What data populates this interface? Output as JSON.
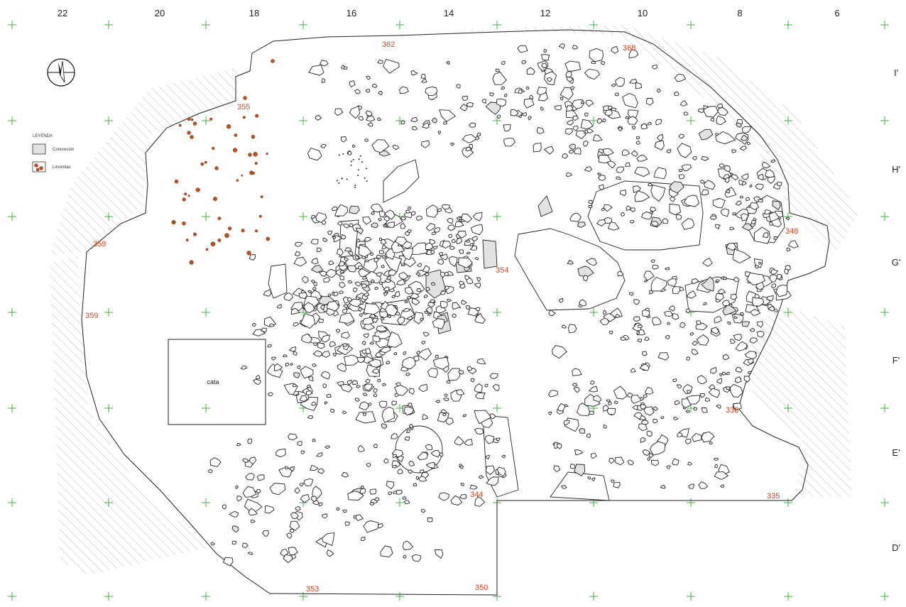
{
  "map": {
    "column_labels": [
      "22",
      "20",
      "18",
      "16",
      "14",
      "12",
      "10",
      "8",
      "6"
    ],
    "row_labels": [
      "I'",
      "H'",
      "G'",
      "F'",
      "E'",
      "D'"
    ],
    "elevation_labels": [
      "362",
      "368",
      "355",
      "359",
      "359",
      "348",
      "354",
      "338",
      "344",
      "335",
      "353",
      "350"
    ],
    "sondeo_label": "cata",
    "legend": {
      "title": "LEYENDA",
      "items": [
        {
          "label": "Concreción",
          "color": "#e2e2e2"
        },
        {
          "label": "Limonitas",
          "color": "#c0501e"
        }
      ]
    },
    "colors": {
      "grid_cross": "#3cb43c",
      "elevation_text": "#d8431e",
      "outline": "#222222"
    },
    "icons": [
      "north-arrow-icon"
    ]
  }
}
